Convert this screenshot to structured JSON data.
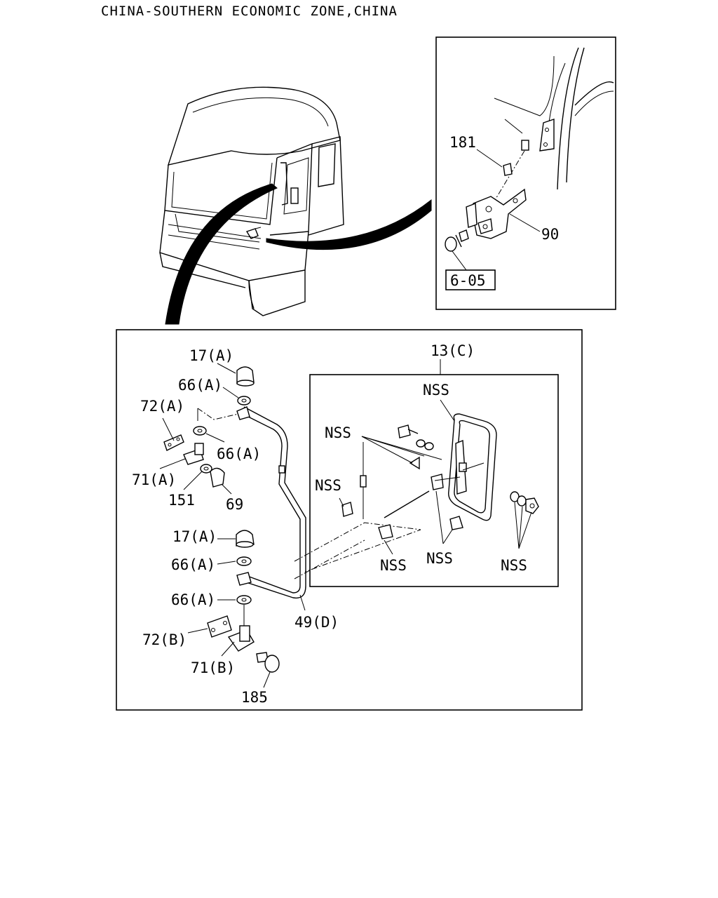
{
  "header": {
    "title": "CHINA-SOUTHERN ECONOMIC ZONE,CHINA"
  },
  "inset": {
    "labels": {
      "p181": "181",
      "p90": "90",
      "ref": "6-05"
    }
  },
  "main": {
    "labels": {
      "p17a_top": "17(A)",
      "p66a_1": "66(A)",
      "p72a": "72(A)",
      "p66a_2": "66(A)",
      "p71a": "71(A)",
      "p151": "151",
      "p69": "69",
      "p17a_mid": "17(A)",
      "p66a_3": "66(A)",
      "p66a_4": "66(A)",
      "p72b": "72(B)",
      "p71b": "71(B)",
      "p185": "185",
      "p49d": "49(D)",
      "p13c": "13(C)"
    },
    "mirror": {
      "nss_top": "NSS",
      "nss_left": "NSS",
      "nss_mid": "NSS",
      "nss_bot1": "NSS",
      "nss_bot2": "NSS",
      "nss_bot3": "NSS"
    }
  }
}
